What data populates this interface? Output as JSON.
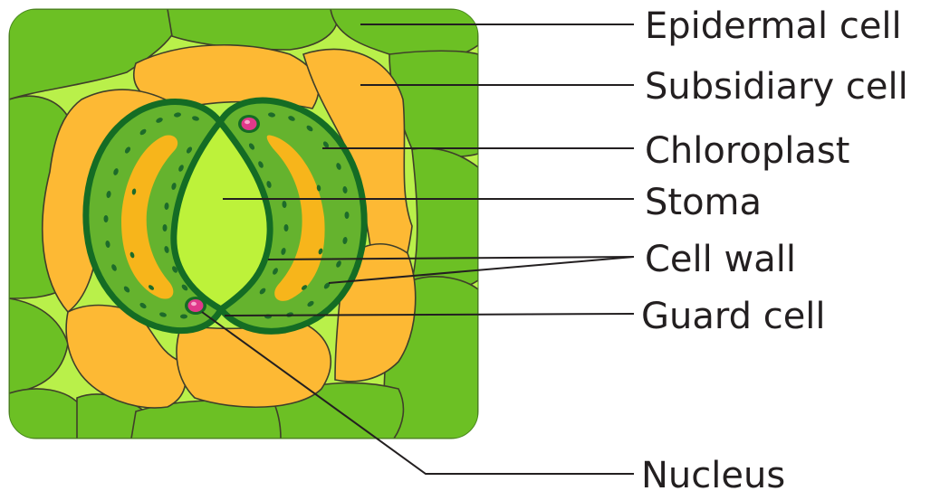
{
  "labels": {
    "epidermal": "Epidermal cell",
    "subsidiary": "Subsidiary cell",
    "chloroplast": "Chloroplast",
    "stoma": "Stoma",
    "cell_wall": "Cell wall",
    "guard": "Guard cell",
    "nucleus": "Nucleus"
  },
  "colors": {
    "epidermal_fill": "#6cc024",
    "background_fill": "#b9f04a",
    "subsidiary_fill": "#fdb934",
    "guard_fill": "#65b32e",
    "guard_wall": "#146c24",
    "inner_band": "#f7b51b",
    "stoma_fill": "#bdf23a",
    "chloroplast": "#1d6b2a",
    "nucleus": "#e0388a",
    "leader": "#231f20"
  }
}
